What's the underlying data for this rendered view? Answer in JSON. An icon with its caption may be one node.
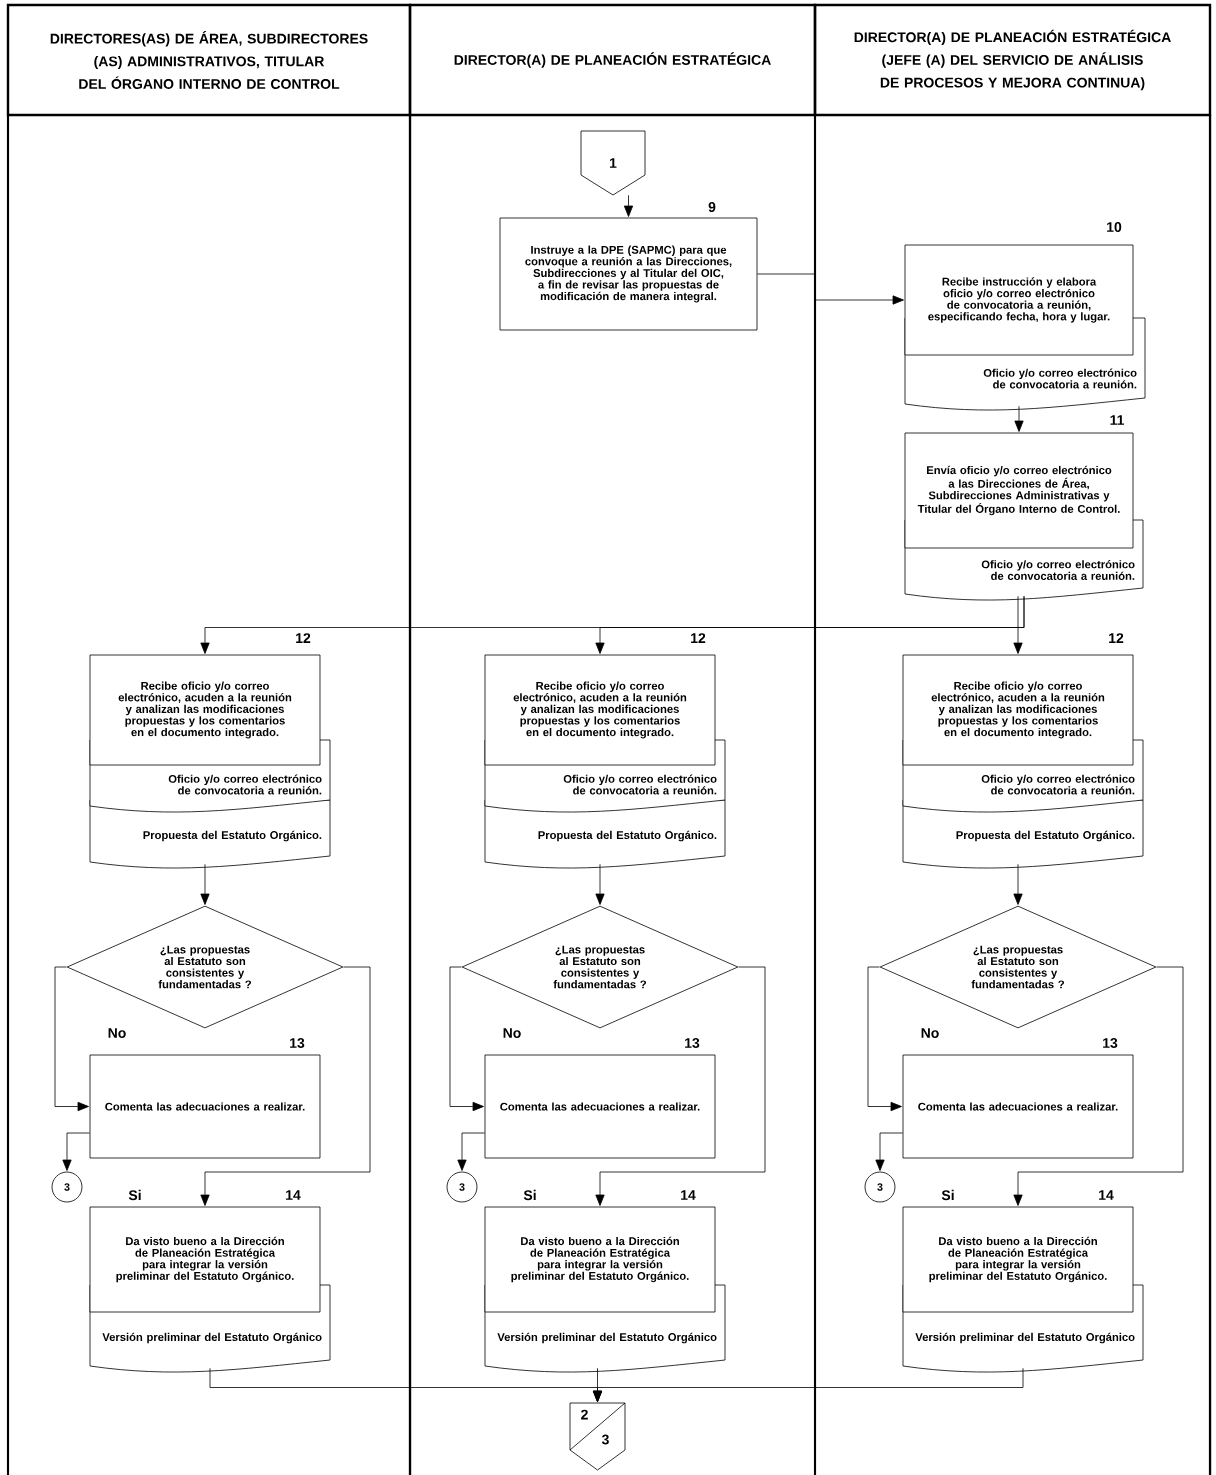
{
  "diagram": {
    "nodes": [
      {
        "text": [
          "DIRECTORES(AS) DE ÁREA, SUBDIRECTORES (AS) ADMINISTRATIVOS, TITULAR DEL ÓRGANO INTERNO DE CONTROL"
        ]
      },
      {
        "text": [
          "DIRECTOR(A) DE PLANEACIÓN ESTRATÉGICA"
        ]
      },
      {
        "text": [
          "DIRECTOR(A) DE PLANEACIÓN ESTRATÉGICA (JEFE (A) DEL SERVICIO DE ANÁLISIS DE PROCESOS Y MEJORA CONTINUA)"
        ]
      },
      {
        "text": [
          "1"
        ]
      },
      {
        "text": [
          "Instruye a la DPE (SAPMC) para que convoque a reunión a las Direcciones, Subdirecciones y al Titular del OIC, a fin de revisar las propuestas de modificación de manera integral."
        ],
        "beside": [
          "9"
        ]
      },
      {
        "text": [
          "Recibe instrucción y elabora oficio y/o correo electrónico de convocatoria a reunión, especificando fecha, hora y lugar."
        ],
        "beside": [
          "10"
        ]
      },
      {
        "text": [
          "Oficio y/o correo electrónico de convocatoria a reunión."
        ]
      },
      {
        "text": [
          "Envía oficio y/o correo electrónico a las Direcciones de Área, Subdirecciones Administrativas y Titular del Órgano Interno de Control."
        ],
        "beside": [
          "11"
        ]
      },
      {
        "text": [
          "Oficio y/o correo electrónico de convocatoria a reunión."
        ]
      },
      {
        "text": [
          "Recibe oficio y/o correo electrónico, acuden a la reunión y analizan las modificaciones propuestas y los comentarios en el documento integrado."
        ],
        "beside": [
          "12"
        ]
      },
      {
        "text": [
          "Oficio y/o correo electrónico de convocatoria a reunión."
        ]
      },
      {
        "text": [
          "Propuesta del Estatuto Orgánico."
        ]
      },
      {
        "text": [
          "¿Las propuestas al Estatuto son consistentes y fundamentadas ?"
        ]
      },
      {
        "text": [
          "Comenta las adecuaciones a realizar."
        ],
        "beside": [
          "13"
        ]
      },
      {
        "text": [
          "3"
        ]
      },
      {
        "text": [
          "Da visto bueno a la Dirección de Planeación Estratégica para integrar la versión preliminar del Estatuto Orgánico."
        ],
        "beside": [
          "14"
        ]
      },
      {
        "text": [
          "Versión preliminar del Estatuto Orgánico"
        ]
      },
      {
        "text": [
          "Recibe oficio y/o correo electrónico, acuden a la reunión y analizan las modificaciones propuestas y los comentarios en el documento integrado."
        ],
        "beside": [
          "12"
        ]
      },
      {
        "text": [
          "Oficio y/o correo electrónico de convocatoria a reunión."
        ]
      },
      {
        "text": [
          "Propuesta del Estatuto Orgánico."
        ]
      },
      {
        "text": [
          "¿Las propuestas al Estatuto son consistentes y fundamentadas ?"
        ]
      },
      {
        "text": [
          "Comenta las adecuaciones a realizar."
        ],
        "beside": [
          "13"
        ]
      },
      {
        "text": [
          "3"
        ]
      },
      {
        "text": [
          "Da visto bueno a la Dirección de Planeación Estratégica para integrar la versión preliminar del Estatuto Orgánico."
        ],
        "beside": [
          "14"
        ]
      },
      {
        "text": [
          "Versión preliminar del Estatuto Orgánico"
        ]
      },
      {
        "text": [
          "Recibe oficio y/o correo electrónico, acuden a la reunión y analizan las modificaciones propuestas y los comentarios en el documento integrado."
        ],
        "beside": [
          "12"
        ]
      },
      {
        "text": [
          "Oficio y/o correo electrónico de convocatoria a reunión."
        ]
      },
      {
        "text": [
          "Propuesta del Estatuto Orgánico."
        ]
      },
      {
        "text": [
          "¿Las propuestas al Estatuto son consistentes y fundamentadas ?"
        ]
      },
      {
        "text": [
          "Comenta las adecuaciones a realizar."
        ],
        "beside": [
          "13"
        ]
      },
      {
        "text": [
          "3"
        ]
      },
      {
        "text": [
          "Da visto bueno a la Dirección de Planeación Estratégica para integrar la versión preliminar del Estatuto Orgánico."
        ],
        "beside": [
          "14"
        ]
      },
      {
        "text": [
          "Versión preliminar del Estatuto Orgánico"
        ]
      },
      {
        "text": [
          "2",
          "3"
        ]
      }
    ],
    "edges": [
      {
        "from": 3,
        "to": 4,
        "arrow": "to"
      },
      {
        "from": 4,
        "to": 5,
        "arrow": "to"
      },
      {
        "from": 6,
        "to": 7,
        "arrow": "to"
      },
      {
        "from": 8,
        "to": 9,
        "arrow": "to"
      },
      {
        "from": 8,
        "to": 17,
        "arrow": "to"
      },
      {
        "from": 8,
        "to": 25,
        "arrow": "to"
      },
      {
        "from": 11,
        "to": 12,
        "arrow": "to"
      },
      {
        "from": 12,
        "to": 13,
        "arrow": "to",
        "label": "No"
      },
      {
        "from": 12,
        "to": 15,
        "arrow": "to",
        "label": "Si"
      },
      {
        "from": 13,
        "to": 14,
        "arrow": "to"
      },
      {
        "from": 19,
        "to": 20,
        "arrow": "to"
      },
      {
        "from": 20,
        "to": 21,
        "arrow": "to",
        "label": "No"
      },
      {
        "from": 20,
        "to": 23,
        "arrow": "to",
        "label": "Si"
      },
      {
        "from": 21,
        "to": 22,
        "arrow": "to"
      },
      {
        "from": 27,
        "to": 28,
        "arrow": "to"
      },
      {
        "from": 28,
        "to": 29,
        "arrow": "to",
        "label": "No"
      },
      {
        "from": 28,
        "to": 31,
        "arrow": "to",
        "label": "Si"
      },
      {
        "from": 29,
        "to": 30,
        "arrow": "to"
      },
      {
        "from": 16,
        "to": 33,
        "arrow": "to"
      },
      {
        "from": 24,
        "to": 33,
        "arrow": "to"
      },
      {
        "from": 32,
        "to": 33,
        "arrow": "to"
      }
    ]
  }
}
